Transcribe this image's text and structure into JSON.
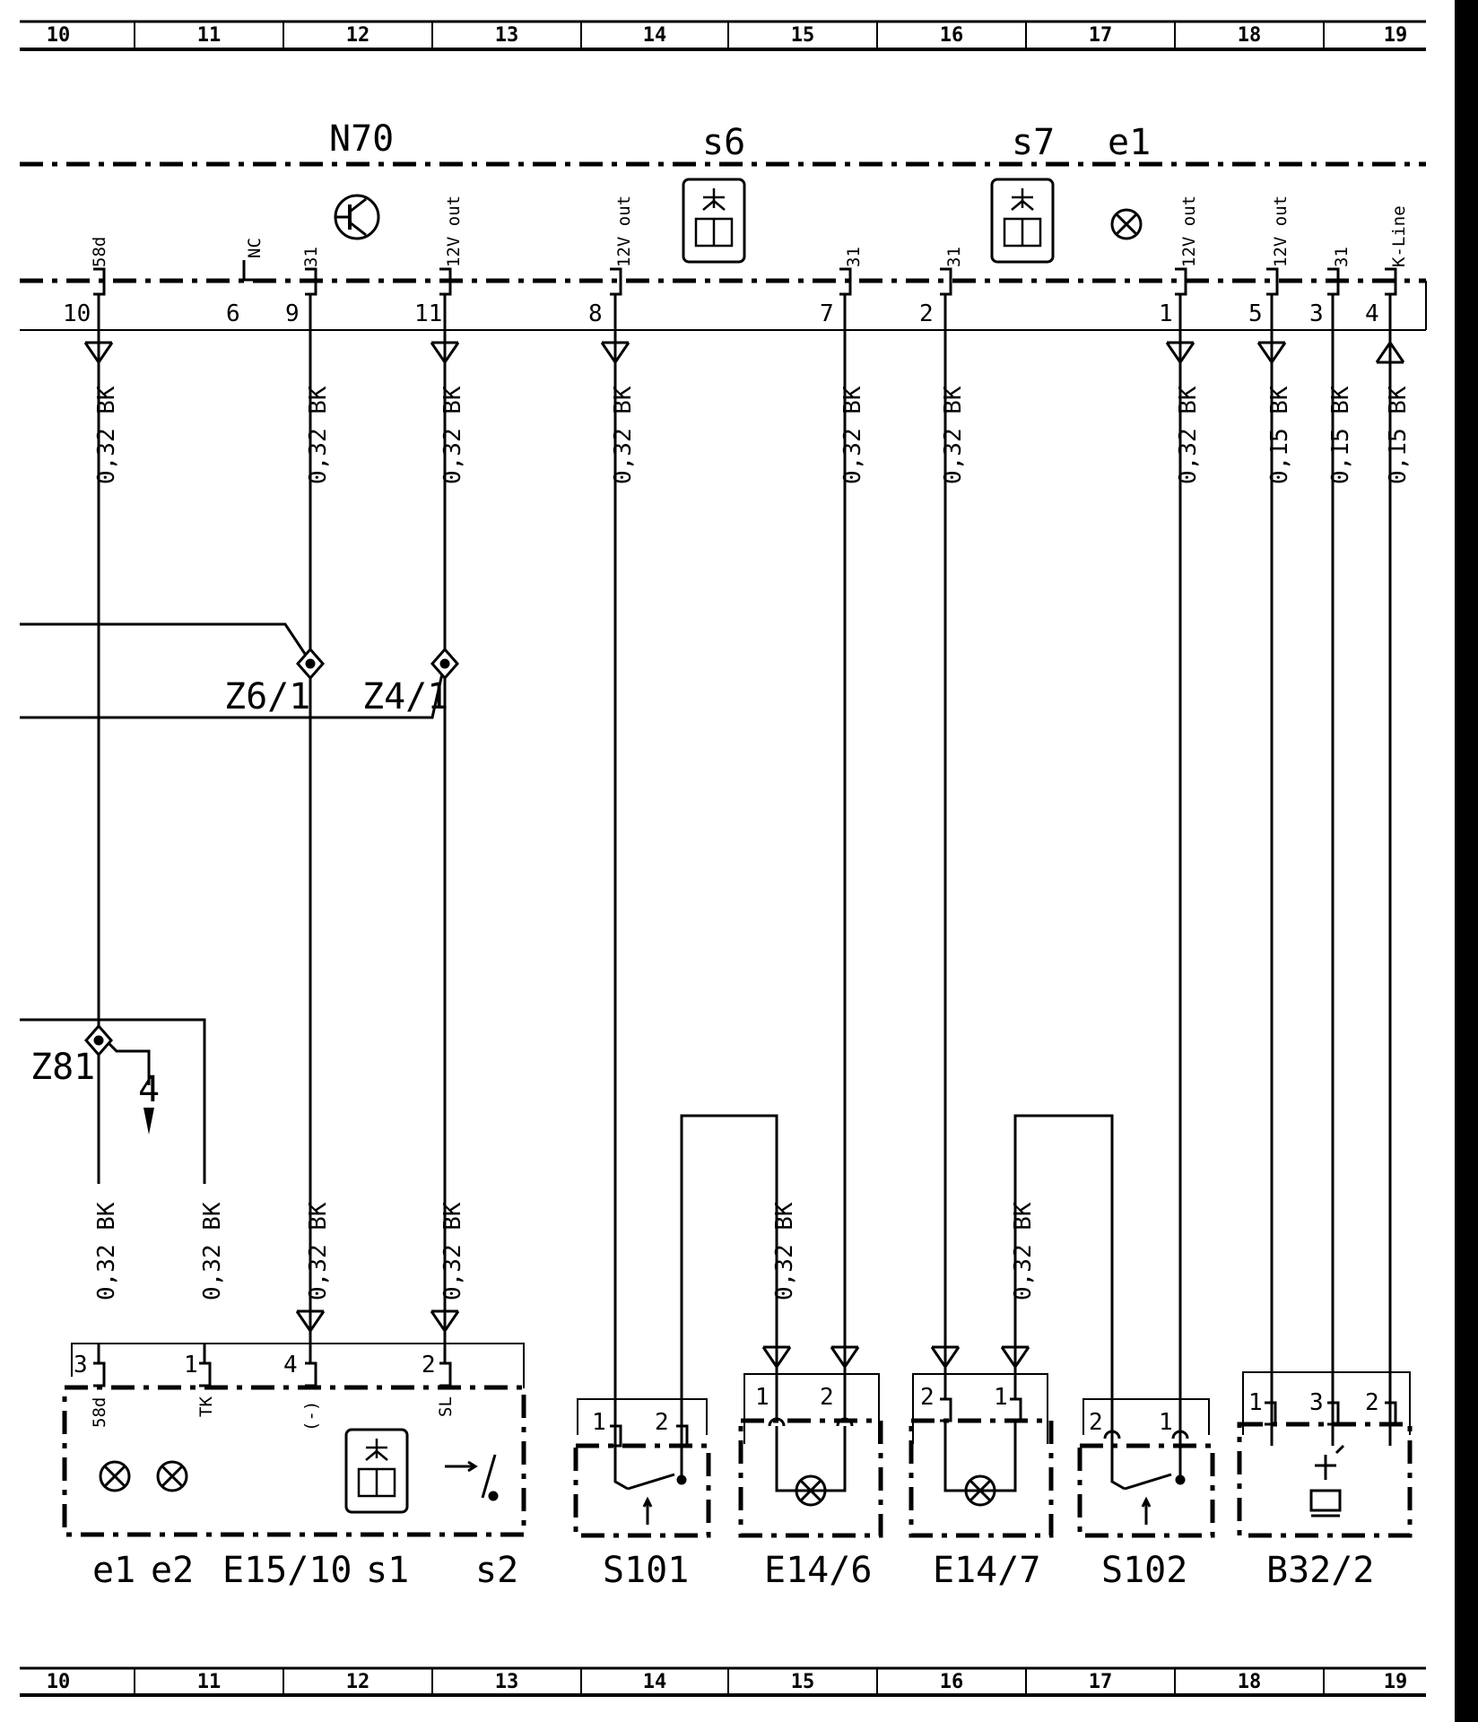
{
  "ruler": {
    "columns": [
      "10",
      "11",
      "12",
      "13",
      "14",
      "15",
      "16",
      "17",
      "18",
      "19"
    ]
  },
  "module": {
    "name": "N70",
    "sublabels": [
      "s6",
      "s7",
      "e1"
    ],
    "pins": [
      {
        "num": "10",
        "signal": "58d"
      },
      {
        "num": "6",
        "signal": "NC"
      },
      {
        "num": "9",
        "signal": "31"
      },
      {
        "num": "11",
        "signal": "12V out"
      },
      {
        "num": "8",
        "signal": "12V out"
      },
      {
        "num": "7",
        "signal": "31"
      },
      {
        "num": "2",
        "signal": "31"
      },
      {
        "num": "1",
        "signal": "12V out"
      },
      {
        "num": "5",
        "signal": "12V out"
      },
      {
        "num": "3",
        "signal": "31"
      },
      {
        "num": "4",
        "signal": "K-Line"
      }
    ]
  },
  "wires": {
    "upper": [
      {
        "size": "0,32",
        "color": "BK"
      },
      {
        "size": "0,32",
        "color": "BK"
      },
      {
        "size": "0,32",
        "color": "BK"
      },
      {
        "size": "0,32",
        "color": "BK"
      },
      {
        "size": "0,32",
        "color": "BK"
      },
      {
        "size": "0,32",
        "color": "BK"
      },
      {
        "size": "0,32",
        "color": "BK"
      },
      {
        "size": "0,15",
        "color": "BK"
      },
      {
        "size": "0,15",
        "color": "BK"
      },
      {
        "size": "0,15",
        "color": "BK"
      }
    ],
    "lower": [
      {
        "size": "0,32",
        "color": "BK"
      },
      {
        "size": "0,32",
        "color": "BK"
      },
      {
        "size": "0,32",
        "color": "BK"
      },
      {
        "size": "0,32",
        "color": "BK"
      },
      {
        "size": "0,32",
        "color": "BK"
      },
      {
        "size": "0,32",
        "color": "BK"
      }
    ]
  },
  "splices": [
    "Z6/1",
    "Z4/1",
    "Z81"
  ],
  "reference": {
    "page": "4"
  },
  "components": [
    {
      "labels": [
        "e1",
        "e2",
        "E15/10",
        "s1",
        "s2"
      ],
      "pins": [
        {
          "num": "3",
          "signal": "58d"
        },
        {
          "num": "1",
          "signal": "TK"
        },
        {
          "num": "4",
          "signal": "(-)"
        },
        {
          "num": "2",
          "signal": "SL"
        }
      ]
    },
    {
      "label": "S101",
      "pins": [
        "1",
        "2"
      ]
    },
    {
      "label": "E14/6",
      "pins": [
        "1",
        "2"
      ]
    },
    {
      "label": "E14/7",
      "pins": [
        "2",
        "1"
      ]
    },
    {
      "label": "S102",
      "pins": [
        "2",
        "1"
      ]
    },
    {
      "label": "B32/2",
      "pins": [
        "1",
        "3",
        "2"
      ]
    }
  ]
}
